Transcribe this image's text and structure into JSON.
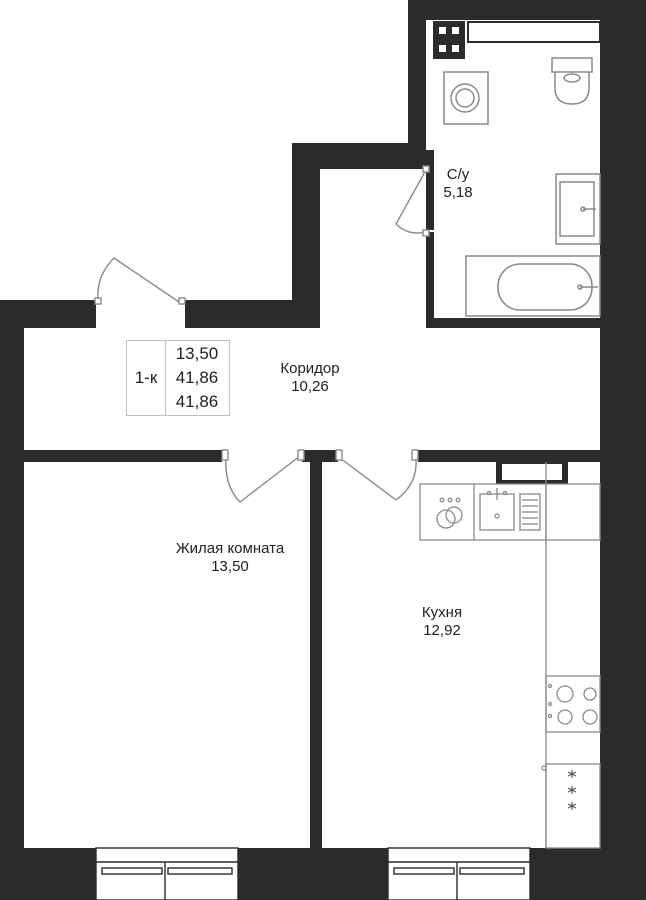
{
  "rooms": {
    "bathroom": {
      "name": "С/у",
      "area": "5,18"
    },
    "corridor": {
      "name": "Коридор",
      "area": "10,26"
    },
    "living": {
      "name": "Жилая комната",
      "area": "13,50"
    },
    "kitchen": {
      "name": "Кухня",
      "area": "12,92"
    }
  },
  "summary": {
    "type": "1-к",
    "living_area": "13,50",
    "total_area": "41,86",
    "total_area_2": "41,86"
  },
  "colors": {
    "wall": "#2b2b2b",
    "fixture_line": "#8a8a8a",
    "background": "#ffffff"
  }
}
